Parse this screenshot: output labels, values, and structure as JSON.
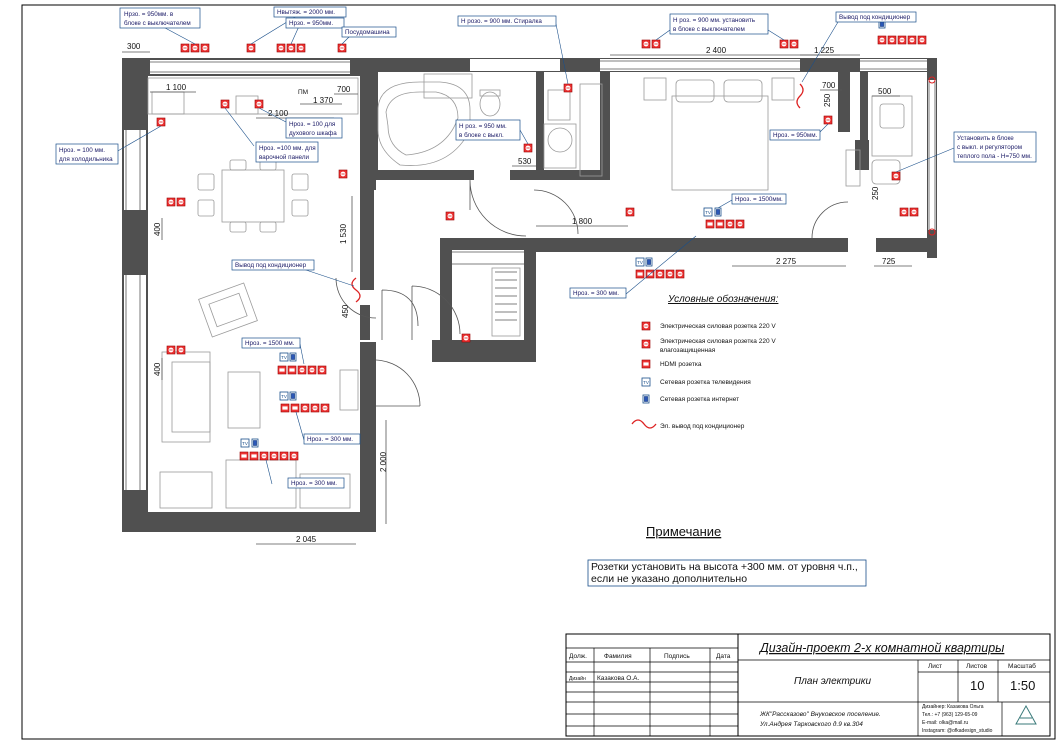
{
  "callouts": {
    "c1": "Нрзо. = 950мм. в",
    "c1b": "блоке с выключателем",
    "c2": "Нвытяж. = 2000 мм.",
    "c3": "Нрзо. = 950мм.",
    "c4": "Посудомашина",
    "c5": "Н розо. = 900 мм. Стиралка",
    "c6": "Н роз. = 900 мм. установить",
    "c6b": "в блоке с выключателем",
    "c7": "Вывод под кондиционер",
    "c8": "Нроз. = 100 мм.",
    "c8b": "для холодильника",
    "c9": "Нроз. = 100 для",
    "c9b": "духового шкафа",
    "c10": "Нроз. =100 мм. для",
    "c10b": "варочной панели",
    "c11": "Н роз. = 950 мм.",
    "c11b": "в блоке с выкл.",
    "c12": "Нрoз. = 950мм.",
    "c13": "Установить в блоке",
    "c13b": "с выкл. и регулятором",
    "c13c": "теплого пола - Н=750 мм.",
    "c14": "Нрoз. = 1500мм.",
    "c15": "Вывод под кондиционер",
    "c16": "Нроз. = 300 мм.",
    "c17": "Нроз. = 1500 мм.",
    "c18": "Нрoз. = 300 мм.",
    "c19": "Нрoз. = 300 мм."
  },
  "dimensions": {
    "d300": "300",
    "d1100": "1 100",
    "d2100": "2 100",
    "d1370": "1 370",
    "d700a": "700",
    "d2400": "2 400",
    "d1225": "1 225",
    "d700b": "700",
    "d500": "500",
    "d250a": "250",
    "d250b": "250",
    "d530": "530",
    "d1800": "1 800",
    "d1530": "1 530",
    "d400a": "400",
    "d450": "450",
    "d400b": "400",
    "d2275": "2 275",
    "d725": "725",
    "d2000": "2 000",
    "d2045": "2 045",
    "pm": "ПМ"
  },
  "legend": {
    "title": "Условные обозначения:",
    "items": [
      "Электрическая силовая розетка 220 V",
      "Электрическая силовая розетка 220 V",
      "HDMI розетка",
      "Сетевая розетка телевидения",
      "Сетевая розетка интернет",
      "Эл. вывод под кондиционер"
    ],
    "item2_line2": "влагозащищенная",
    "tv_mark": "TV"
  },
  "note": {
    "title": "Примечание",
    "line1": "Розетки установить на высота +300 мм. от уровня ч.п.,",
    "line2": "если не указано дополнительно"
  },
  "title_block": {
    "project": "Дизайн-проект 2-х комнатной квартиры",
    "sheet_title": "План электрики",
    "col_position": "Долж.",
    "col_surname": "Фамилия",
    "col_signature": "Подпись",
    "col_date": "Дата",
    "role": "Дизайн",
    "designer": "Казакова О.А.",
    "sheet_label": "Лист",
    "sheets_label": "Листов",
    "scale_label": "Масштаб",
    "sheet_no": "",
    "sheets_total": "10",
    "scale": "1:50",
    "address1": "ЖК\"Рассказово\" Внуковское поселение.",
    "address2": "Ул.Андрея Тарковского д.9 кв.304",
    "contact1": "Дизайнер: Казакова Ольга",
    "contact2": "Тел.: +7 (963) 129-65-09",
    "contact3": "E-mail: olka@mail.ru",
    "contact4": "Instagram: @ofkadesign_studio"
  },
  "colors": {
    "wall": "#505050",
    "socket": "#ee3333",
    "callout": "#1a4f8a"
  }
}
